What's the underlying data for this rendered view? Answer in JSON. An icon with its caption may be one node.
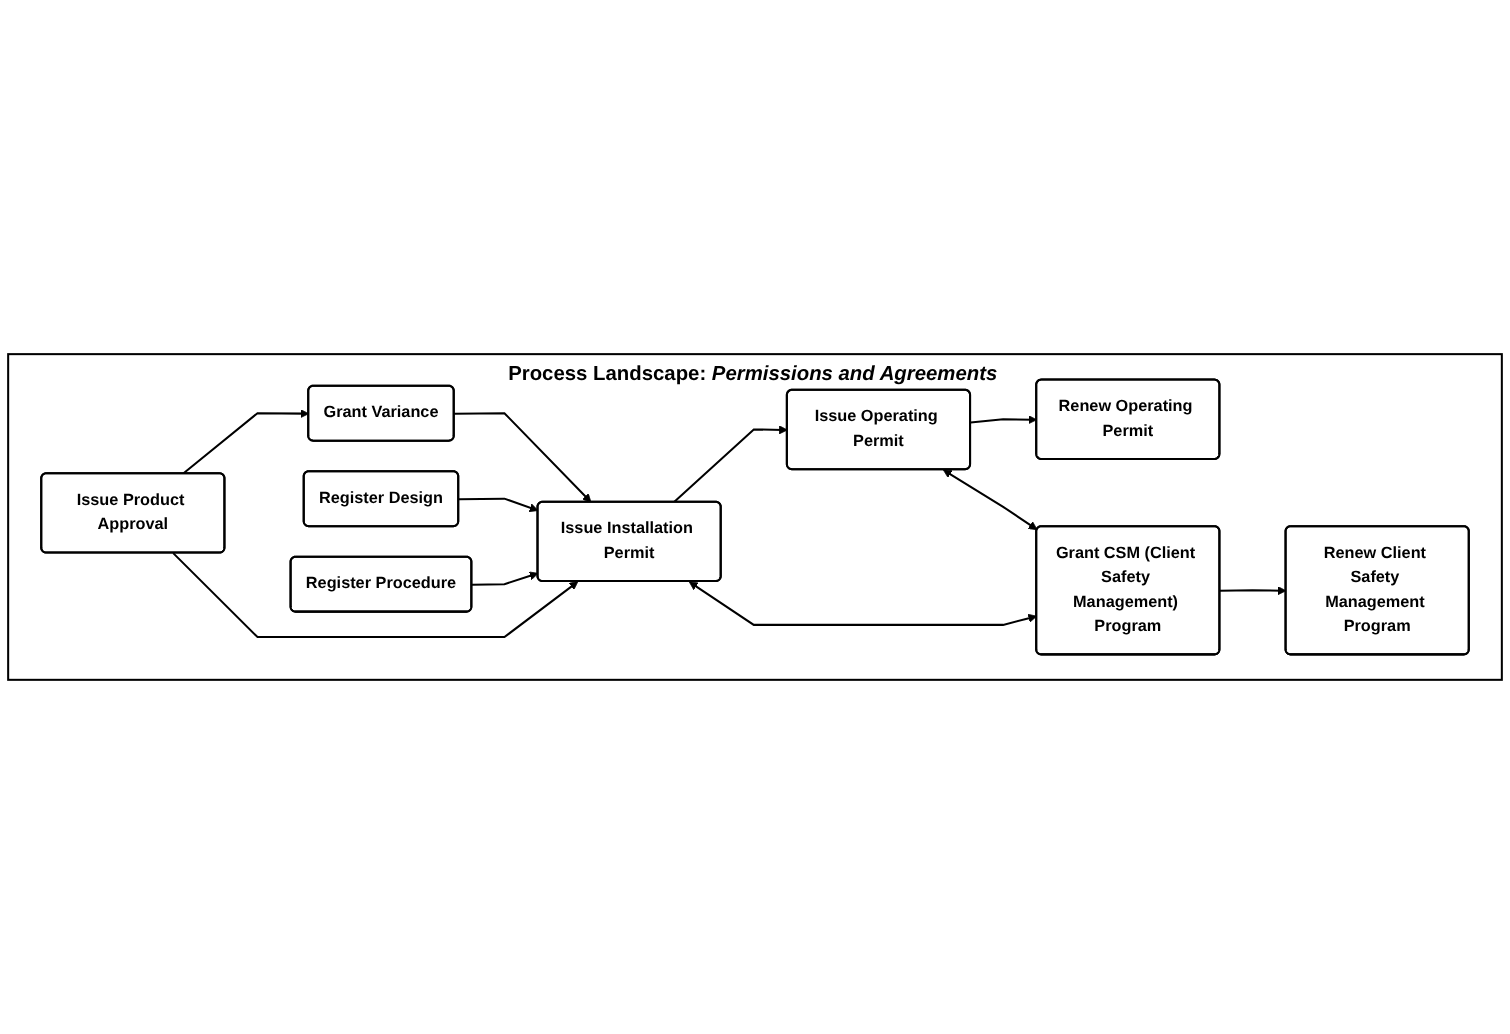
{
  "diagram": {
    "nodes": [
      {
        "text": [
          "Process Landscape: *Permissions and Agreements*"
        ]
      },
      {
        "text": [
          "Issue Product Approval"
        ],
        "in": 0
      },
      {
        "text": [
          "Grant Variance"
        ],
        "in": 0
      },
      {
        "text": [
          "Register Design"
        ],
        "in": 0
      },
      {
        "text": [
          "Issue Installation Permit"
        ],
        "in": 0
      },
      {
        "text": [
          "Issue Operating Permit"
        ],
        "in": 0
      },
      {
        "text": [
          "Renew Operating Permit"
        ],
        "in": 0
      },
      {
        "text": [
          "Register Procedure"
        ],
        "in": 0
      },
      {
        "text": [
          "Grant CSM (Client Safety Management) Program"
        ],
        "in": 0
      },
      {
        "text": [
          "Renew Client Safety Management Program"
        ],
        "in": 0
      }
    ],
    "edges": [
      {
        "from": 1,
        "to": 2,
        "arrow": "to"
      },
      {
        "from": 1,
        "to": 4,
        "arrow": "to"
      },
      {
        "from": 3,
        "to": 4,
        "arrow": "to"
      },
      {
        "from": 7,
        "to": 4,
        "arrow": "to"
      },
      {
        "from": 2,
        "to": 4,
        "arrow": "to"
      },
      {
        "from": 4,
        "to": 5,
        "arrow": "to"
      },
      {
        "from": 5,
        "to": 6,
        "arrow": "to"
      },
      {
        "from": 4,
        "to": 8,
        "arrow": "both"
      },
      {
        "from": 5,
        "to": 8,
        "arrow": "both"
      },
      {
        "from": 8,
        "to": 9,
        "arrow": "to"
      }
    ]
  }
}
